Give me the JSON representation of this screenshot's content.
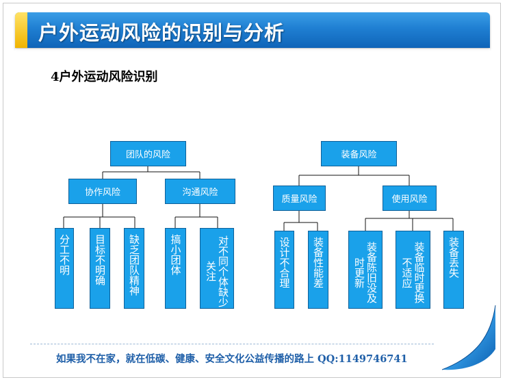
{
  "title": "户外运动风险的识别与分析",
  "subtitle": "4户外运动风险识别",
  "tree_left": {
    "root": "团队的风险",
    "children": [
      {
        "label": "协作风险",
        "leaves": [
          "分工不明",
          "目标不明确",
          "缺乏团队精神"
        ]
      },
      {
        "label": "沟通风险",
        "leaves": [
          "搞小团体",
          "对不同个体缺少关注"
        ]
      }
    ]
  },
  "tree_right": {
    "root": "装备风险",
    "children": [
      {
        "label": "质量风险",
        "leaves": [
          "设计不合理",
          "装备性能差"
        ]
      },
      {
        "label": "使用风险",
        "leaves": [
          "装备陈旧没及时更新",
          "装备临时更换不适应",
          "装备丢失"
        ]
      }
    ]
  },
  "footer": "如果我不在家，就在低碳、健康、安全文化公益传播的路上 QQ:1149746741",
  "colors": {
    "box": "#1aa1ea",
    "title_bar": "#1f7fd2",
    "accent": "#f0b400"
  }
}
